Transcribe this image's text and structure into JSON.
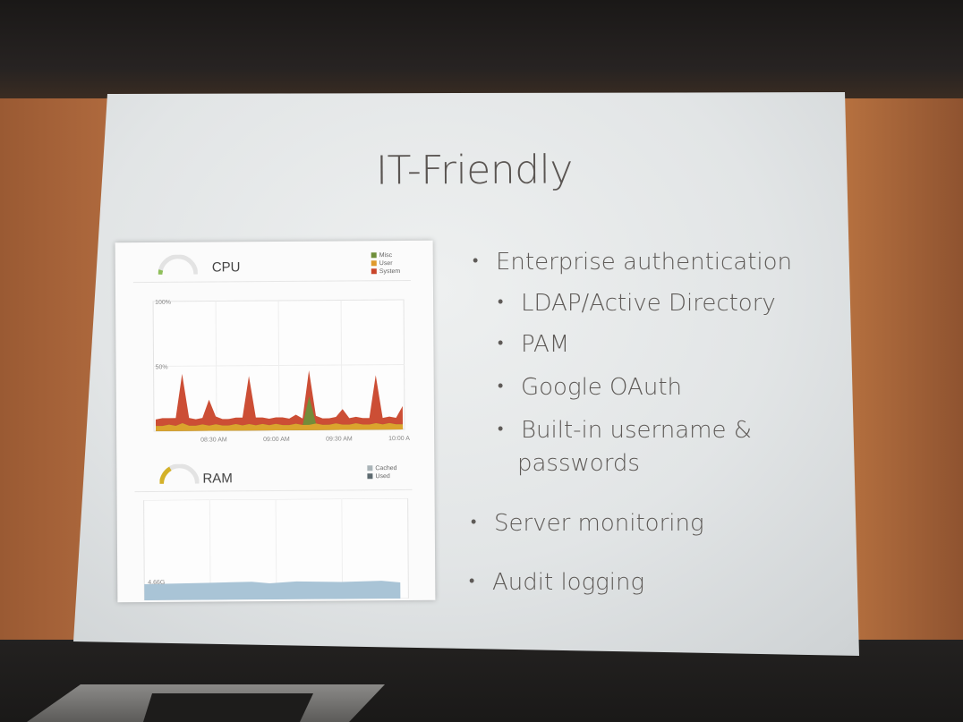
{
  "slide": {
    "title": "IT-Friendly",
    "bullets": [
      {
        "text": "Enterprise authentication",
        "level": 1
      },
      {
        "text": "LDAP/Active Directory",
        "level": 2
      },
      {
        "text": "PAM",
        "level": 2
      },
      {
        "text": "Google OAuth",
        "level": 2
      },
      {
        "text": "Built-in username &",
        "level": 2
      },
      {
        "text": "passwords",
        "level": 2
      },
      {
        "text": "Server monitoring",
        "level": 1
      },
      {
        "text": "Audit logging",
        "level": 1
      }
    ],
    "bullet_glyph": "•"
  },
  "dashboard": {
    "cpu": {
      "title": "CPU",
      "legend": [
        {
          "label": "Misc",
          "color": "#6f8f3a"
        },
        {
          "label": "User",
          "color": "#e09a2c"
        },
        {
          "label": "System",
          "color": "#c9452a"
        }
      ],
      "y_ticks": [
        "100%",
        "50%"
      ],
      "x_ticks": [
        "08:30 AM",
        "09:00 AM",
        "09:30 AM",
        "10:00 A"
      ],
      "gauge_color": "#8fbf5a"
    },
    "ram": {
      "title": "RAM",
      "legend": [
        {
          "label": "Cached",
          "color": "#aab4b8"
        },
        {
          "label": "Used",
          "color": "#5d6a70"
        }
      ],
      "y_tick": "4.66G",
      "gauge_color": "#d4b128",
      "fill_color": "#a9c4d6"
    }
  },
  "chart_data": {
    "type": "area",
    "title": "CPU",
    "series": [
      {
        "name": "System",
        "values": [
          5,
          6,
          5,
          6,
          38,
          6,
          5,
          5,
          20,
          6,
          5,
          5,
          5,
          6,
          37,
          6,
          5,
          5,
          5,
          6,
          5,
          7,
          5,
          20,
          6,
          5,
          5,
          5,
          12,
          5,
          5,
          5,
          5,
          37,
          5,
          5,
          5,
          14
        ]
      },
      {
        "name": "User",
        "values": [
          4,
          4,
          5,
          4,
          6,
          4,
          4,
          5,
          4,
          5,
          4,
          4,
          5,
          4,
          5,
          4,
          5,
          4,
          5,
          4,
          4,
          5,
          4,
          4,
          5,
          4,
          4,
          5,
          4,
          4,
          5,
          4,
          4,
          5,
          4,
          5,
          4,
          4
        ]
      },
      {
        "name": "Misc",
        "values": [
          0,
          0,
          0,
          0,
          0,
          0,
          0,
          0,
          0,
          0,
          0,
          0,
          0,
          0,
          0,
          0,
          0,
          0,
          0,
          0,
          0,
          0,
          0,
          22,
          0,
          0,
          0,
          0,
          0,
          0,
          0,
          0,
          0,
          0,
          0,
          0,
          0,
          0
        ]
      }
    ],
    "x_ticks": [
      "08:30 AM",
      "09:00 AM",
      "09:30 AM",
      "10:00 A"
    ],
    "ylim": [
      0,
      100
    ],
    "y_ticks": [
      "100%",
      "50%"
    ]
  }
}
